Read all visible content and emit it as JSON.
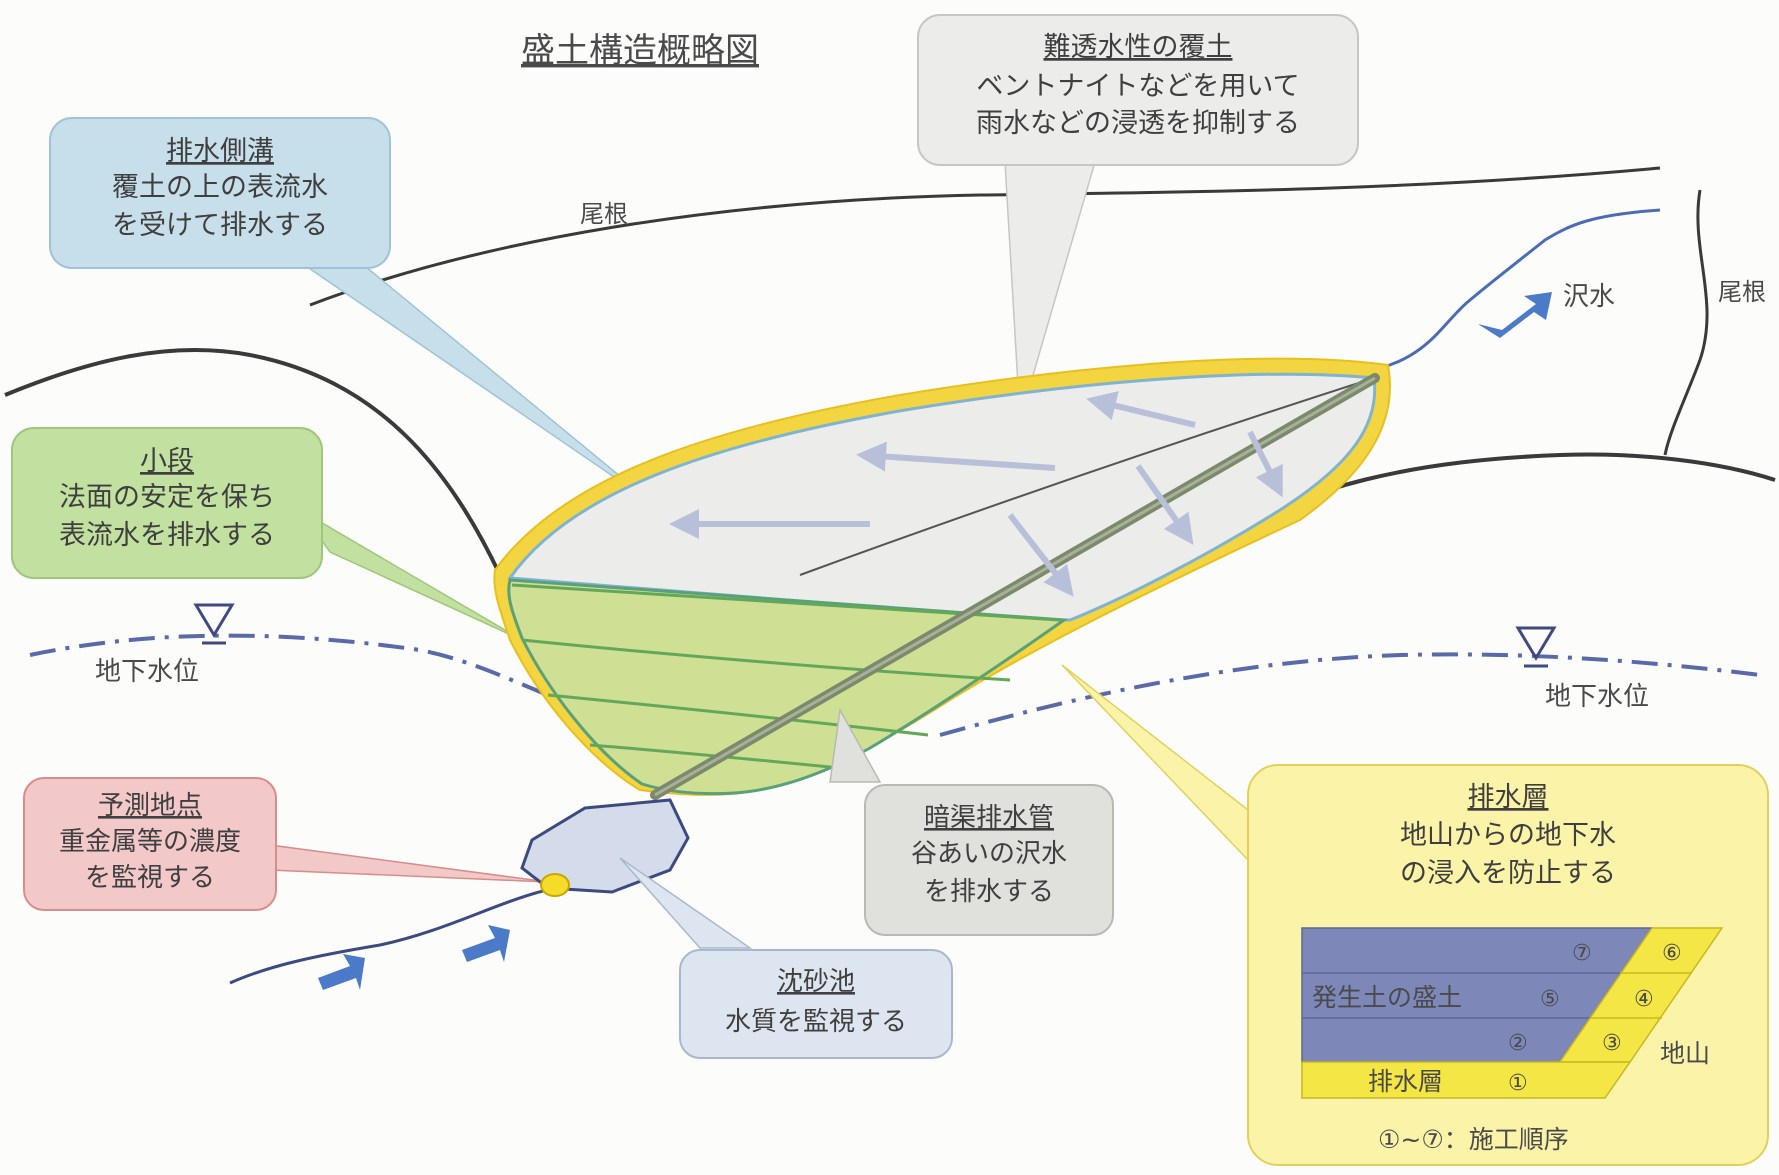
{
  "title": "盛土構造概略図",
  "labels": {
    "ridge_top": "尾根",
    "ridge_right": "尾根",
    "stream": "沢水",
    "groundwater_left": "地下水位",
    "groundwater_right": "地下水位"
  },
  "callouts": {
    "cover": {
      "title": "難透水性の覆土",
      "line1": "ベントナイトなどを用いて",
      "line2": "雨水などの浸透を抑制する"
    },
    "side_ditch": {
      "title": "排水側溝",
      "line1": "覆土の上の表流水",
      "line2": "を受けて排水する"
    },
    "berm": {
      "title": "小段",
      "line1": "法面の安定を保ち",
      "line2": "表流水を排水する"
    },
    "monitor_point": {
      "title": "予測地点",
      "line1": "重金属等の濃度",
      "line2": "を監視する"
    },
    "culvert": {
      "title": "暗渠排水管",
      "line1": "谷あいの沢水",
      "line2": "を排水する"
    },
    "sediment_pond": {
      "title": "沈砂池",
      "line1": "水質を監視する"
    },
    "drain_layer": {
      "title": "排水層",
      "line1": "地山からの地下水",
      "line2": "の浸入を防止する"
    }
  },
  "inset": {
    "fill_label": "発生土の盛土",
    "drain_label": "排水層",
    "ground_label": "地山",
    "legend": "①~⑦：施工順序",
    "steps": {
      "s1": "①",
      "s2": "②",
      "s3": "③",
      "s4": "④",
      "s5": "⑤",
      "s6": "⑥",
      "s7": "⑦"
    }
  },
  "colors": {
    "cover_fill": "#ececea",
    "embankment_green": "#cfe094",
    "ridge_line": "#3a3a3a",
    "stream_blue": "#4a6bb5",
    "drain_yellow": "#f0d43a",
    "groundwater_line": "#5a6aa8",
    "culvert_pipe": "#7a8a6a"
  }
}
